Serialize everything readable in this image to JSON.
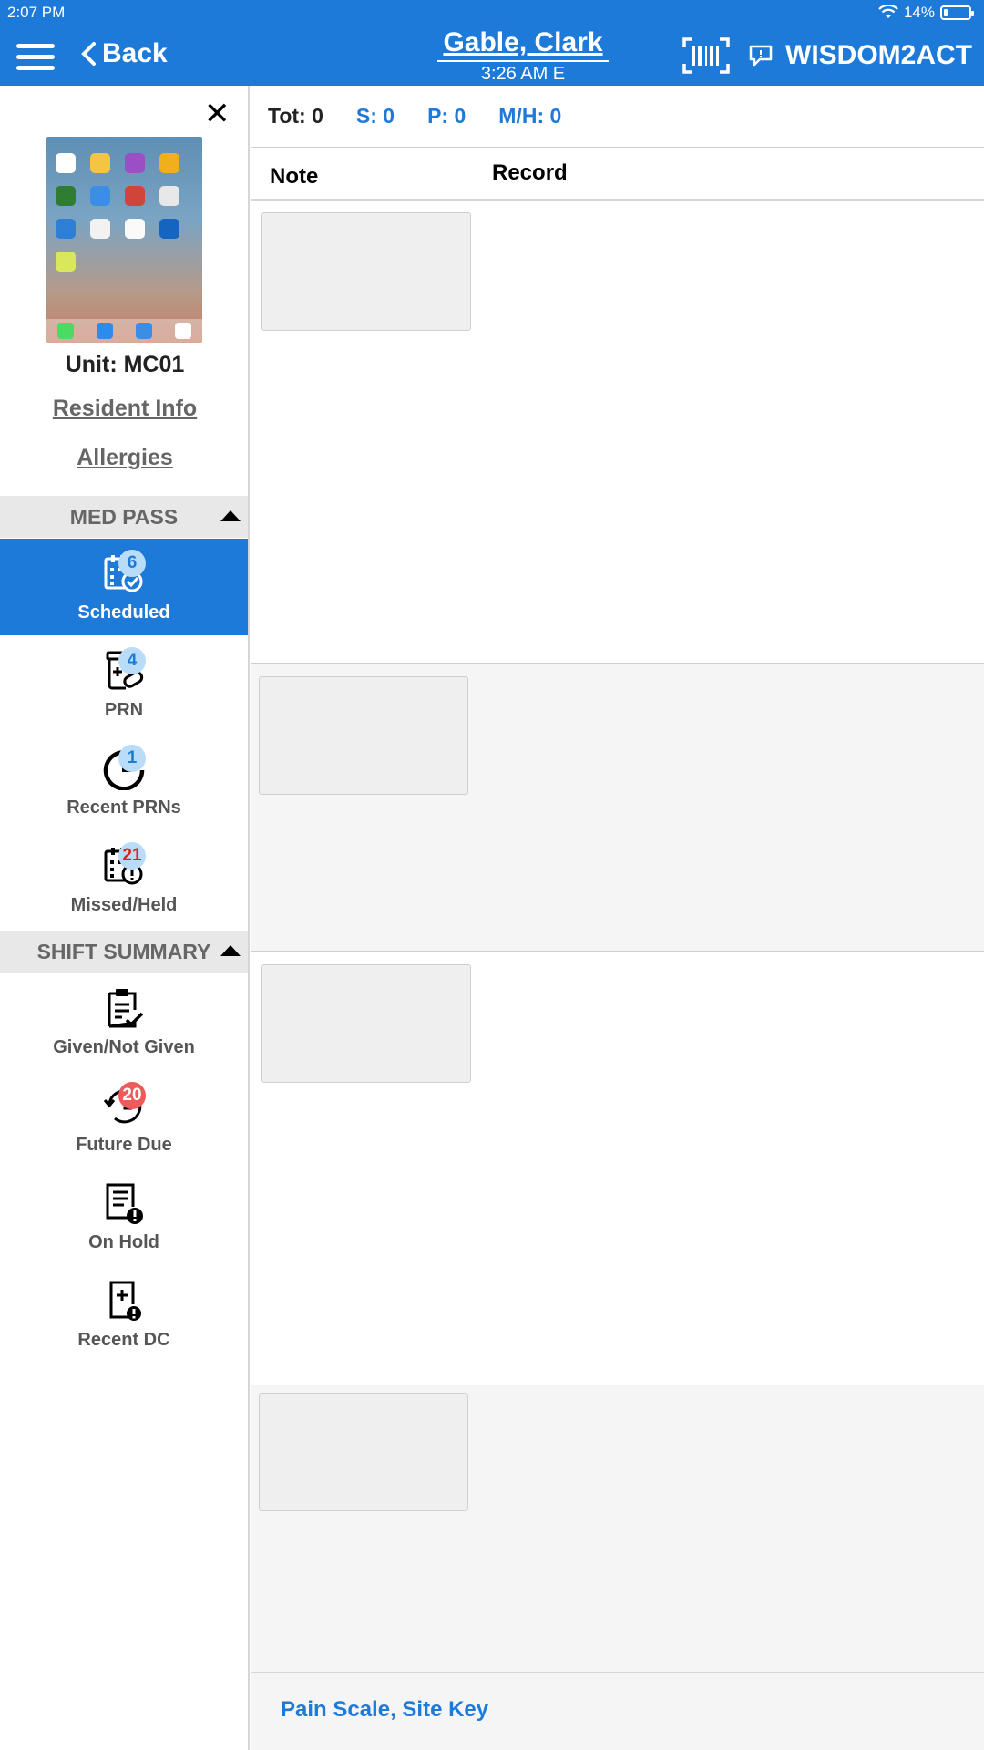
{
  "status_bar": {
    "time": "2:07 PM",
    "battery": "14%",
    "battery_level": 0.14
  },
  "header": {
    "back_label": "Back",
    "patient_name": "Gable, Clark",
    "patient_time": "3:26 AM E",
    "user_label": "WISDOM2ACT",
    "accent": "#1e7ad9"
  },
  "sidebar": {
    "unit": "Unit: MC01",
    "resident_info": "Resident Info",
    "allergies": "Allergies",
    "med_pass": {
      "title": "MED PASS",
      "items": [
        {
          "label": "Scheduled",
          "badge": "6",
          "icon": "calendar-check-icon",
          "active": true
        },
        {
          "label": "PRN",
          "badge": "4",
          "icon": "pill-bottle-icon"
        },
        {
          "label": "Recent PRNs",
          "badge": "1",
          "icon": "circle-clock-icon"
        },
        {
          "label": "Missed/Held",
          "badge": "21",
          "icon": "calendar-alert-icon"
        }
      ]
    },
    "shift_summary": {
      "title": "SHIFT SUMMARY",
      "items": [
        {
          "label": "Given/Not Given",
          "icon": "clipboard-check-icon"
        },
        {
          "label": "Future Due",
          "badge": "20",
          "icon": "history-icon"
        },
        {
          "label": "On Hold",
          "icon": "document-alert-icon"
        },
        {
          "label": "Recent DC",
          "icon": "medical-doc-alert-icon"
        }
      ]
    }
  },
  "main": {
    "counts": {
      "tot": "Tot: 0",
      "s": "S: 0",
      "p": "P: 0",
      "mh": "M/H: 0"
    },
    "columns": {
      "note": "Note",
      "record": "Record"
    },
    "footer_link": "Pain Scale, Site Key"
  }
}
